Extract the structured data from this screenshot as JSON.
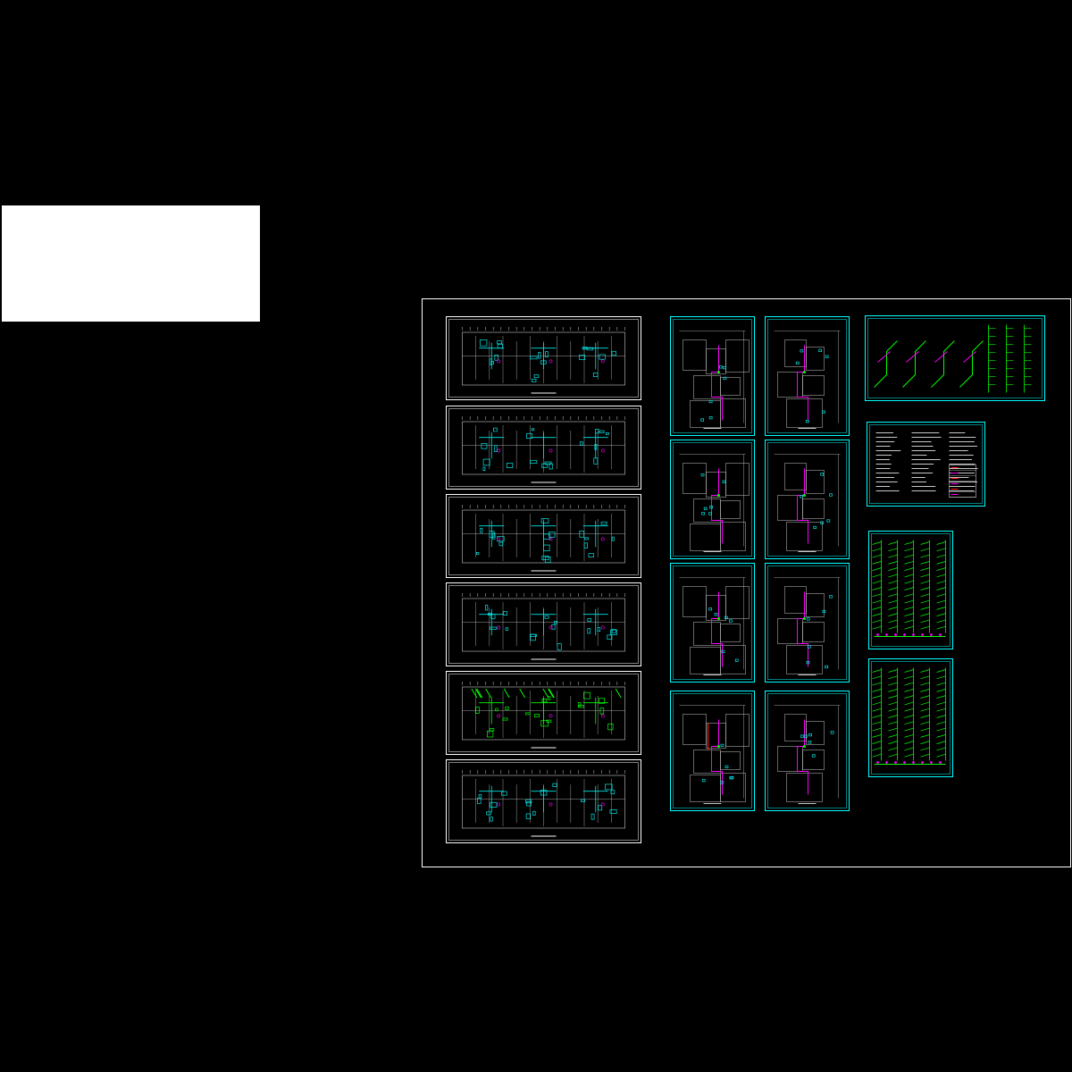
{
  "colors": {
    "background": "#000000",
    "sheet_border": "#ffffff",
    "frame_cyan": "#00ffff",
    "line_white": "#c8c8c8",
    "accent_cyan": "#00e5e5",
    "accent_magenta": "#ff00ff",
    "accent_green": "#00ff00",
    "accent_red": "#ff2020"
  },
  "drawing_set": {
    "floor_plans": {
      "count": 6,
      "frame": "white"
    },
    "unit_plans": {
      "count": 8,
      "frame": "cyan"
    },
    "schematic_sheets": [
      "pipe-isometric-sheet",
      "notes-and-legend-sheet",
      "riser-diagram-sheet-1",
      "riser-diagram-sheet-2"
    ]
  }
}
